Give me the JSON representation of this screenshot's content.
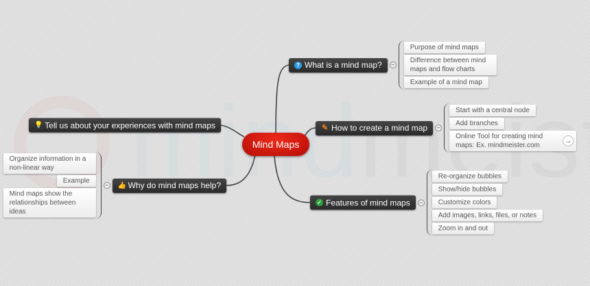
{
  "watermark": {
    "part1": "mind",
    "part2": "meister"
  },
  "center": {
    "label": "Mind Maps"
  },
  "colors": {
    "center": "#d2140a",
    "node": "#333333",
    "accent_blue": "#2a9be0",
    "accent_green": "#2e9e3a"
  },
  "branches": [
    {
      "label": "What is a mind map?",
      "icon": "question-icon",
      "children": [
        "Purpose of mind maps",
        "Difference between mind maps and flow charts",
        "Example of a mind map"
      ]
    },
    {
      "label": "How to create a mind map",
      "icon": "pencil-icon",
      "children": [
        "Start with a central node",
        "Add branches",
        "Online Tool for creating mind maps: Ex. mindmeister.com"
      ]
    },
    {
      "label": "Features of mind maps",
      "icon": "checkmark-icon",
      "children": [
        "Re-organize bubbles",
        "Show/hide bubbles",
        "Customize colors",
        "Add images, links, files, or notes",
        "Zoom in and out"
      ]
    },
    {
      "label": "Tell us about your experiences with mind maps",
      "icon": "lightbulb-icon",
      "children": []
    },
    {
      "label": "Why do mind maps help?",
      "icon": "thumbs-up-icon",
      "children": [
        "Organize information in a non-linear way",
        "Example",
        "Mind maps show the relationships between ideas"
      ]
    }
  ]
}
